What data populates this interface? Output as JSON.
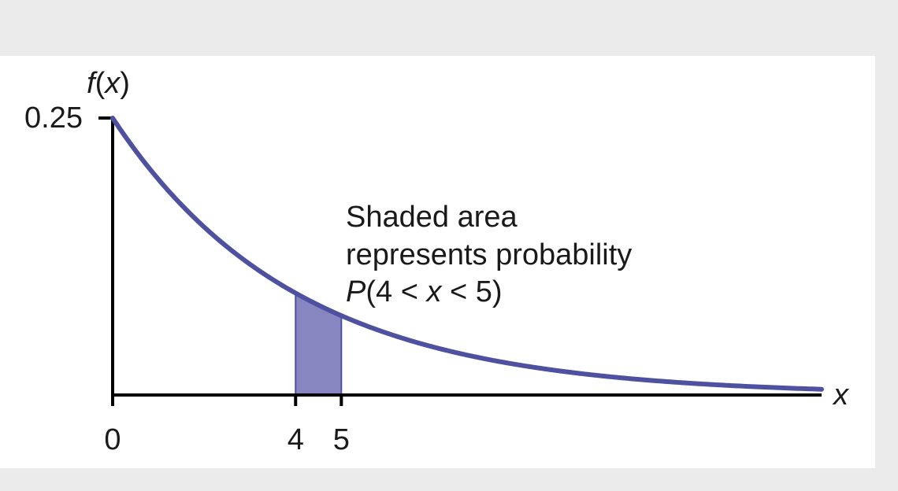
{
  "chart_data": {
    "type": "area",
    "title": "",
    "ylabel_f": "f",
    "ylabel_x": "x",
    "xlabel": "x",
    "xlim": [
      0,
      15.5
    ],
    "ylim": [
      0,
      0.25
    ],
    "ytick_labels": [
      "0.25"
    ],
    "xtick_labels": [
      "0",
      "4",
      "5"
    ],
    "xticks": [
      0,
      4,
      5
    ],
    "curve": {
      "function": "exponential",
      "rate": 0.25,
      "x_start": 0,
      "x_end": 15.5
    },
    "shaded_region": [
      4,
      5
    ],
    "annotation": {
      "line1": "Shaded area",
      "line2": "represents probability",
      "line3_p": "P",
      "line3_open": "(4 < ",
      "line3_x": "x",
      "line3_close": " < 5)"
    },
    "colors": {
      "curve": "#4e51a0",
      "shade": "#8886c0",
      "axes": "#000000"
    }
  }
}
